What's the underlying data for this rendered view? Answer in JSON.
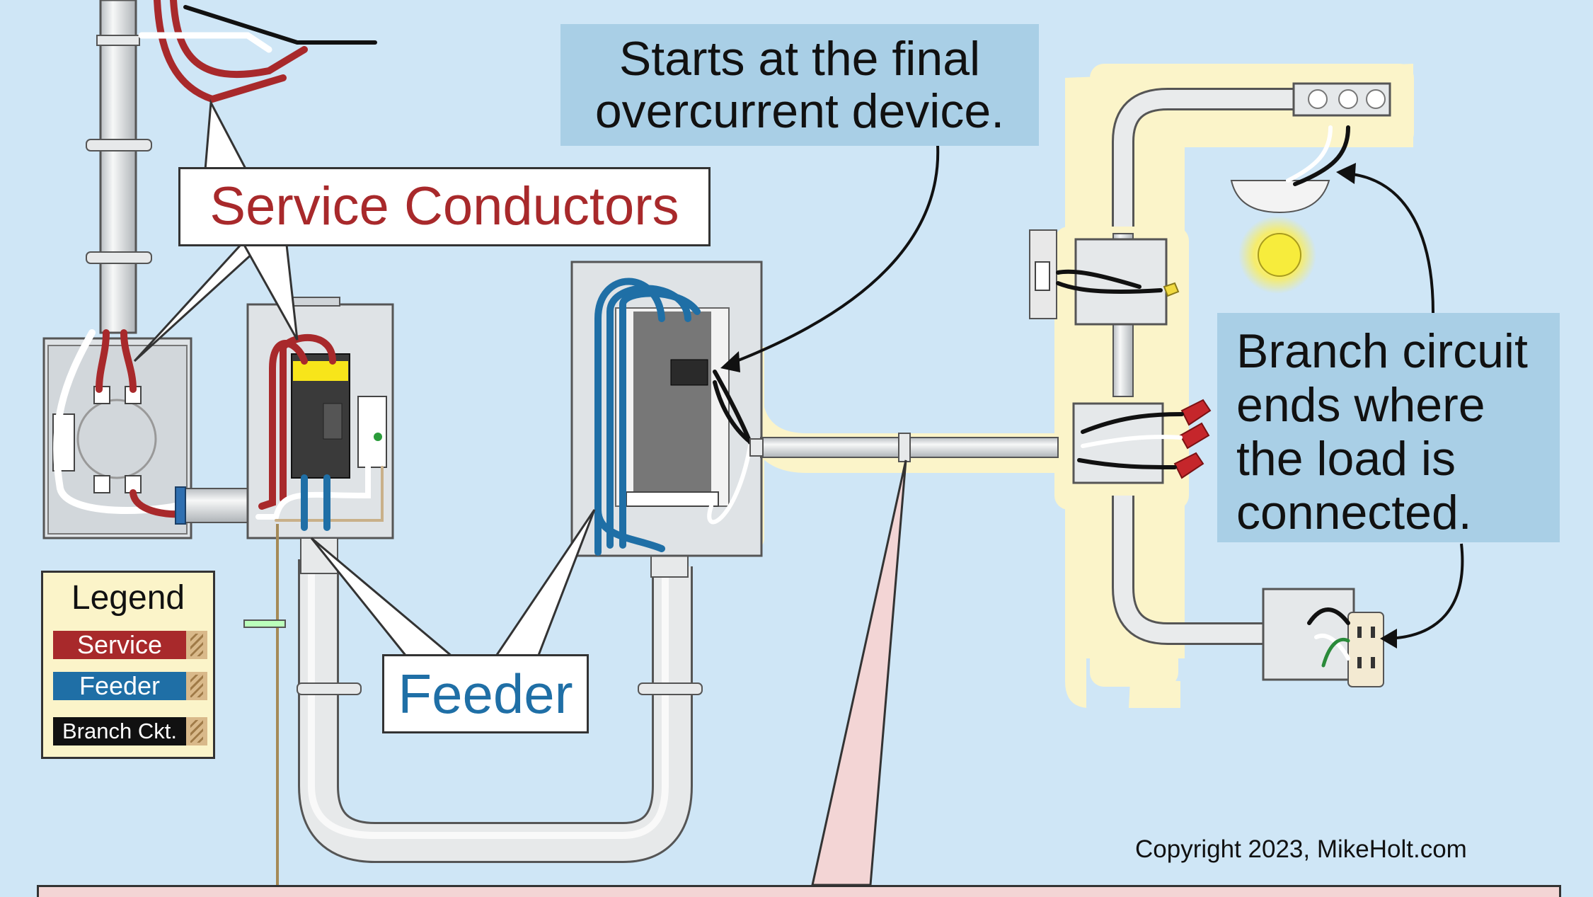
{
  "labels": {
    "service_conductors": "Service Conductors",
    "feeder": "Feeder",
    "starts": "Starts at the final overcurrent device.",
    "branch_ends": "Branch circuit ends where the load is connected.",
    "copyright": "Copyright 2023, MikeHolt.com"
  },
  "legend": {
    "title": "Legend",
    "items": [
      {
        "label": "Service",
        "color": "#a8292b"
      },
      {
        "label": "Feeder",
        "color": "#1f6fa6"
      },
      {
        "label": "Branch Ckt.",
        "color": "#111111"
      }
    ]
  },
  "colors": {
    "background": "#cfe6f6",
    "service_wire": "#a8292b",
    "feeder_wire": "#1f6fa6",
    "branch_wire": "#111111",
    "branch_highlight": "#fbf4c9",
    "callout_box": "#a9cfe6",
    "conduit": "#e7e9ea",
    "panel": "#dfe3e6"
  },
  "icons": [
    "meter-socket-icon",
    "disconnect-icon",
    "panelboard-icon",
    "switch-icon",
    "lamp-icon",
    "receptacle-icon",
    "wire-nut-icon"
  ]
}
